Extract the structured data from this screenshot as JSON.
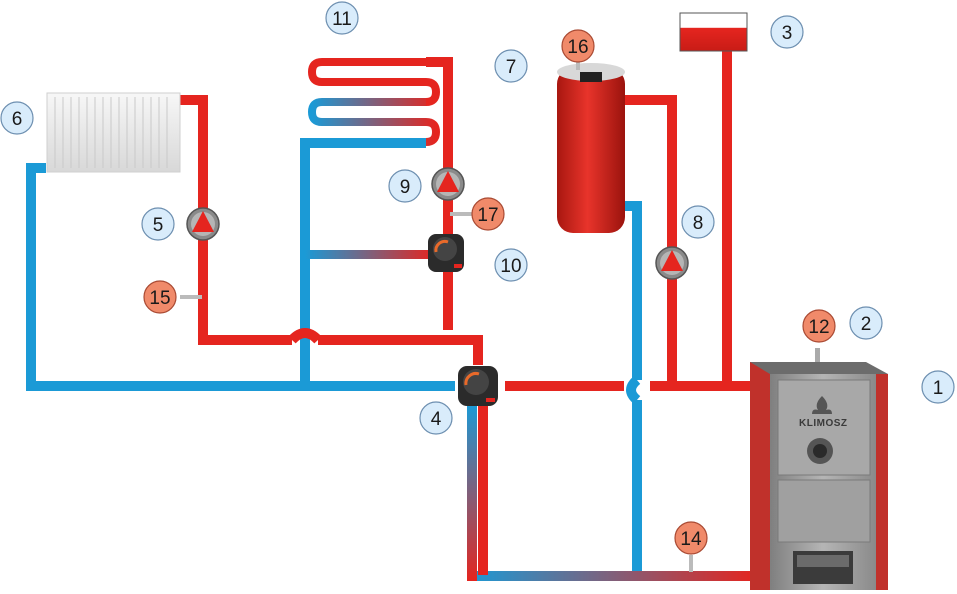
{
  "colors": {
    "hot": "#e5251f",
    "cold": "#1b9ad6",
    "label_blue_fill": "#d9ecfb",
    "label_blue_stroke": "#6d8fb0",
    "label_sensor_fill": "#f08a6a",
    "label_sensor_stroke": "#a94a33",
    "boiler_body": "#9d9d9d",
    "boiler_side": "#c0312b",
    "tank": "#d9261e",
    "radiator": "#ececec"
  },
  "brand": {
    "text": "KLIMOSZ"
  },
  "labels": [
    {
      "id": "1",
      "text": "1",
      "kind": "component"
    },
    {
      "id": "2",
      "text": "2",
      "kind": "component"
    },
    {
      "id": "3",
      "text": "3",
      "kind": "component"
    },
    {
      "id": "4",
      "text": "4",
      "kind": "component"
    },
    {
      "id": "5",
      "text": "5",
      "kind": "component"
    },
    {
      "id": "6",
      "text": "6",
      "kind": "component"
    },
    {
      "id": "7",
      "text": "7",
      "kind": "component"
    },
    {
      "id": "8",
      "text": "8",
      "kind": "component"
    },
    {
      "id": "9",
      "text": "9",
      "kind": "component"
    },
    {
      "id": "10",
      "text": "10",
      "kind": "component"
    },
    {
      "id": "11",
      "text": "11",
      "kind": "component"
    },
    {
      "id": "12",
      "text": "12",
      "kind": "sensor"
    },
    {
      "id": "14",
      "text": "14",
      "kind": "sensor"
    },
    {
      "id": "15",
      "text": "15",
      "kind": "sensor"
    },
    {
      "id": "16",
      "text": "16",
      "kind": "sensor"
    },
    {
      "id": "17",
      "text": "17",
      "kind": "sensor"
    }
  ]
}
